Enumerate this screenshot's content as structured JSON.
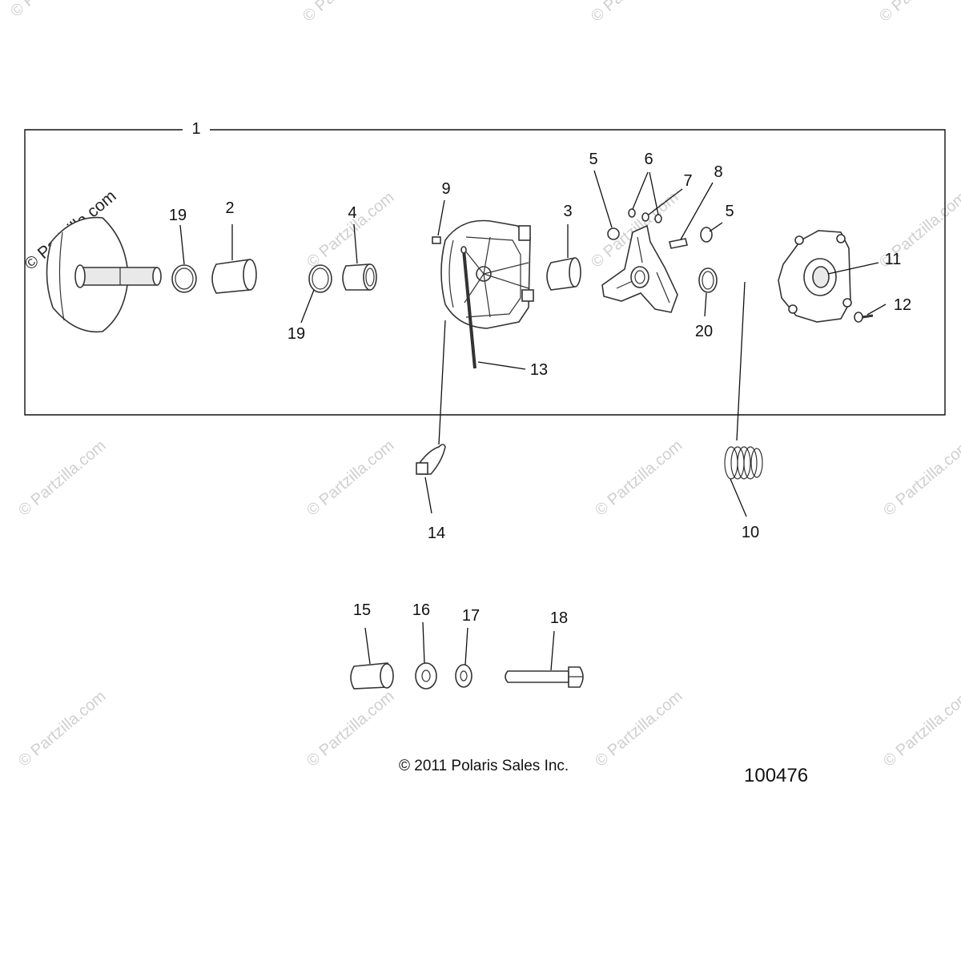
{
  "watermark": {
    "small": "© Partzilla.com",
    "large": "© Partzilla.com"
  },
  "callouts": {
    "c1": "1",
    "c2": "2",
    "c3": "3",
    "c4": "4",
    "c5a": "5",
    "c5b": "5",
    "c6": "6",
    "c7": "7",
    "c8": "8",
    "c9": "9",
    "c10": "10",
    "c11": "11",
    "c12": "12",
    "c13": "13",
    "c14": "14",
    "c15": "15",
    "c16": "16",
    "c17": "17",
    "c18": "18",
    "c19a": "19",
    "c19b": "19",
    "c20": "20"
  },
  "footer": {
    "copyright": "© 2011 Polaris Sales Inc.",
    "reference": "100476"
  }
}
